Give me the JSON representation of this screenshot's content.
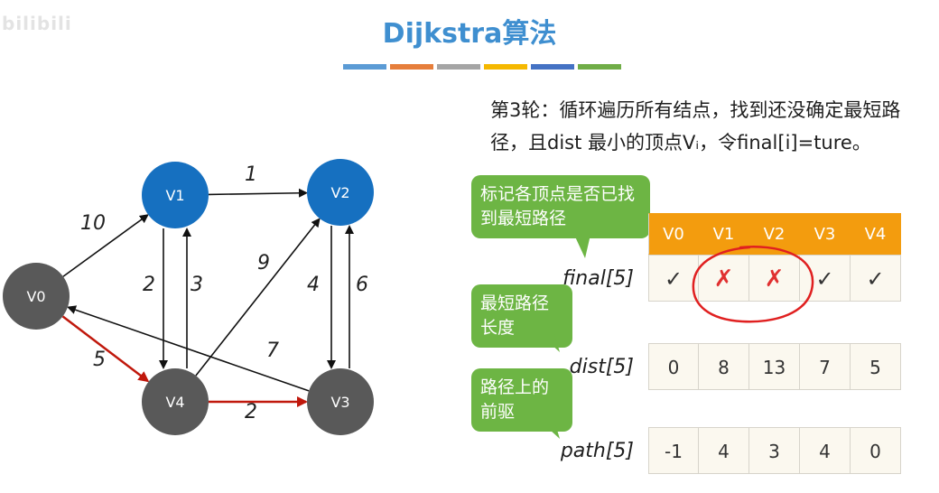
{
  "watermark": "bilibili",
  "title": "Dijkstra算法",
  "color_bar": [
    "#5b9bd5",
    "#e67e3b",
    "#a5a5a5",
    "#f5b800",
    "#4472c4",
    "#70ad47"
  ],
  "instruction": "第3轮：循环遍历所有结点，找到还没确定最短路径，且dist 最小的顶点Vᵢ，令final[i]=ture。",
  "graph": {
    "nodes": [
      {
        "id": "V0",
        "label": "V0",
        "color": "#595959"
      },
      {
        "id": "V1",
        "label": "V1",
        "color": "#1670c0"
      },
      {
        "id": "V2",
        "label": "V2",
        "color": "#1670c0"
      },
      {
        "id": "V3",
        "label": "V3",
        "color": "#595959"
      },
      {
        "id": "V4",
        "label": "V4",
        "color": "#595959"
      }
    ],
    "edges": [
      {
        "from": "V0",
        "to": "V1",
        "weight": "10",
        "highlight": false
      },
      {
        "from": "V1",
        "to": "V2",
        "weight": "1",
        "highlight": false
      },
      {
        "from": "V1",
        "to": "V4",
        "weight": "2",
        "highlight": false
      },
      {
        "from": "V4",
        "to": "V1",
        "weight": "3",
        "highlight": false
      },
      {
        "from": "V4",
        "to": "V2",
        "weight": "9",
        "highlight": false
      },
      {
        "from": "V2",
        "to": "V3",
        "weight": "4",
        "highlight": false
      },
      {
        "from": "V3",
        "to": "V2",
        "weight": "6",
        "highlight": false
      },
      {
        "from": "V3",
        "to": "V0",
        "weight": "7",
        "highlight": false
      },
      {
        "from": "V0",
        "to": "V4",
        "weight": "5",
        "highlight": true
      },
      {
        "from": "V4",
        "to": "V3",
        "weight": "2",
        "highlight": true
      }
    ],
    "highlight_color": "#c0180c"
  },
  "bubbles": {
    "final_note": "标记各顶点是否已找到最短路径",
    "dist_note": "最短路径长度",
    "path_note": "路径上的前驱"
  },
  "table": {
    "headers": [
      "V0",
      "V1",
      "V2",
      "V3",
      "V4"
    ],
    "final_label": "final[5]",
    "final": [
      "✓",
      "✗",
      "✗",
      "✓",
      "✓"
    ],
    "dist_label": "dist[5]",
    "dist": [
      "0",
      "8",
      "13",
      "7",
      "5"
    ],
    "path_label": "path[5]",
    "path": [
      "-1",
      "4",
      "3",
      "4",
      "0"
    ]
  }
}
